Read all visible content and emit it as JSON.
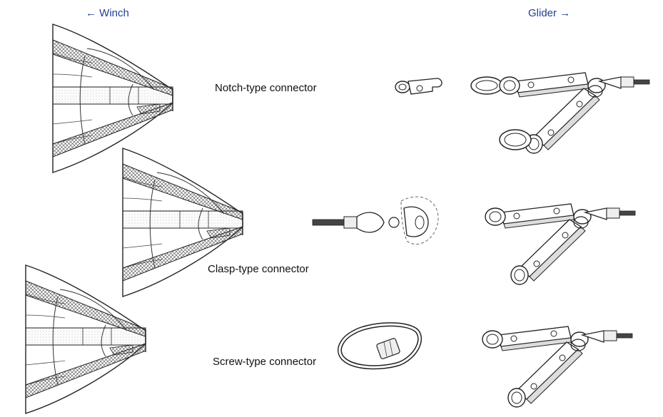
{
  "labels": {
    "winch": "← Winch",
    "glider": "Glider →"
  },
  "connectors": [
    {
      "name": "Notch-type connector"
    },
    {
      "name": "Clasp-type connector"
    },
    {
      "name": "Screw-type connector"
    }
  ],
  "colors": {
    "direction_label": "#1f3f8f",
    "ink": "#222222",
    "caption": "#111111"
  }
}
